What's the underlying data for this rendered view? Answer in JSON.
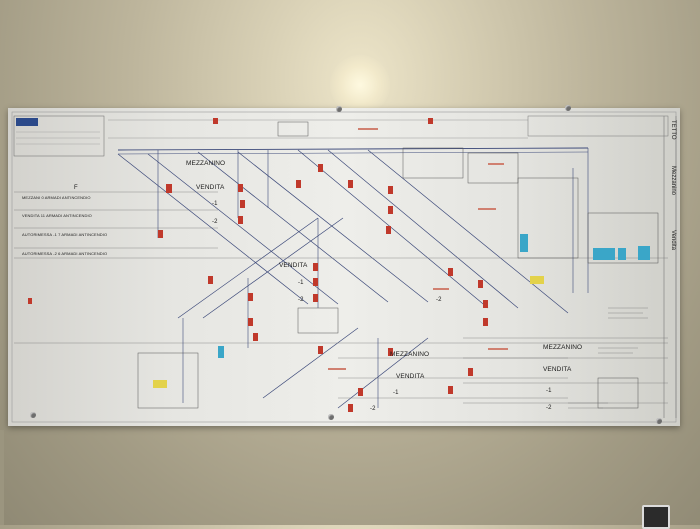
{
  "board": {
    "levels_left": [
      "MEZZANINO",
      "VENDITA",
      "-1",
      "-2"
    ],
    "levels_center": [
      "VENDITA",
      "-1",
      "-2"
    ],
    "levels_bottom": [
      "MEZZANINO",
      "VENDITA",
      "-1",
      "-2"
    ],
    "levels_right": [
      "MEZZANINO",
      "VENDITA",
      "-1",
      "-2"
    ],
    "side_labels": [
      "TETTO",
      "Mezzanino",
      "Vendita"
    ],
    "legend": {
      "f_label": "F",
      "row1": "MEZZANI    0 ARMADI ANTINCENDIO",
      "row2": "VENDITA    11 ARMADI ANTINCENDIO",
      "row3": "AUTORIMESSA  -1  7 ARMADI ANTINCENDIO",
      "row4": "AUTORIMESSA  -2  6 ARMADI ANTINCENDIO"
    }
  },
  "colors": {
    "wall": "#bdb59c",
    "board": "#e6e6e2",
    "pipe": "#3d4a7a",
    "cabinet": "#c0392b",
    "tank": "#3aa6c8"
  }
}
